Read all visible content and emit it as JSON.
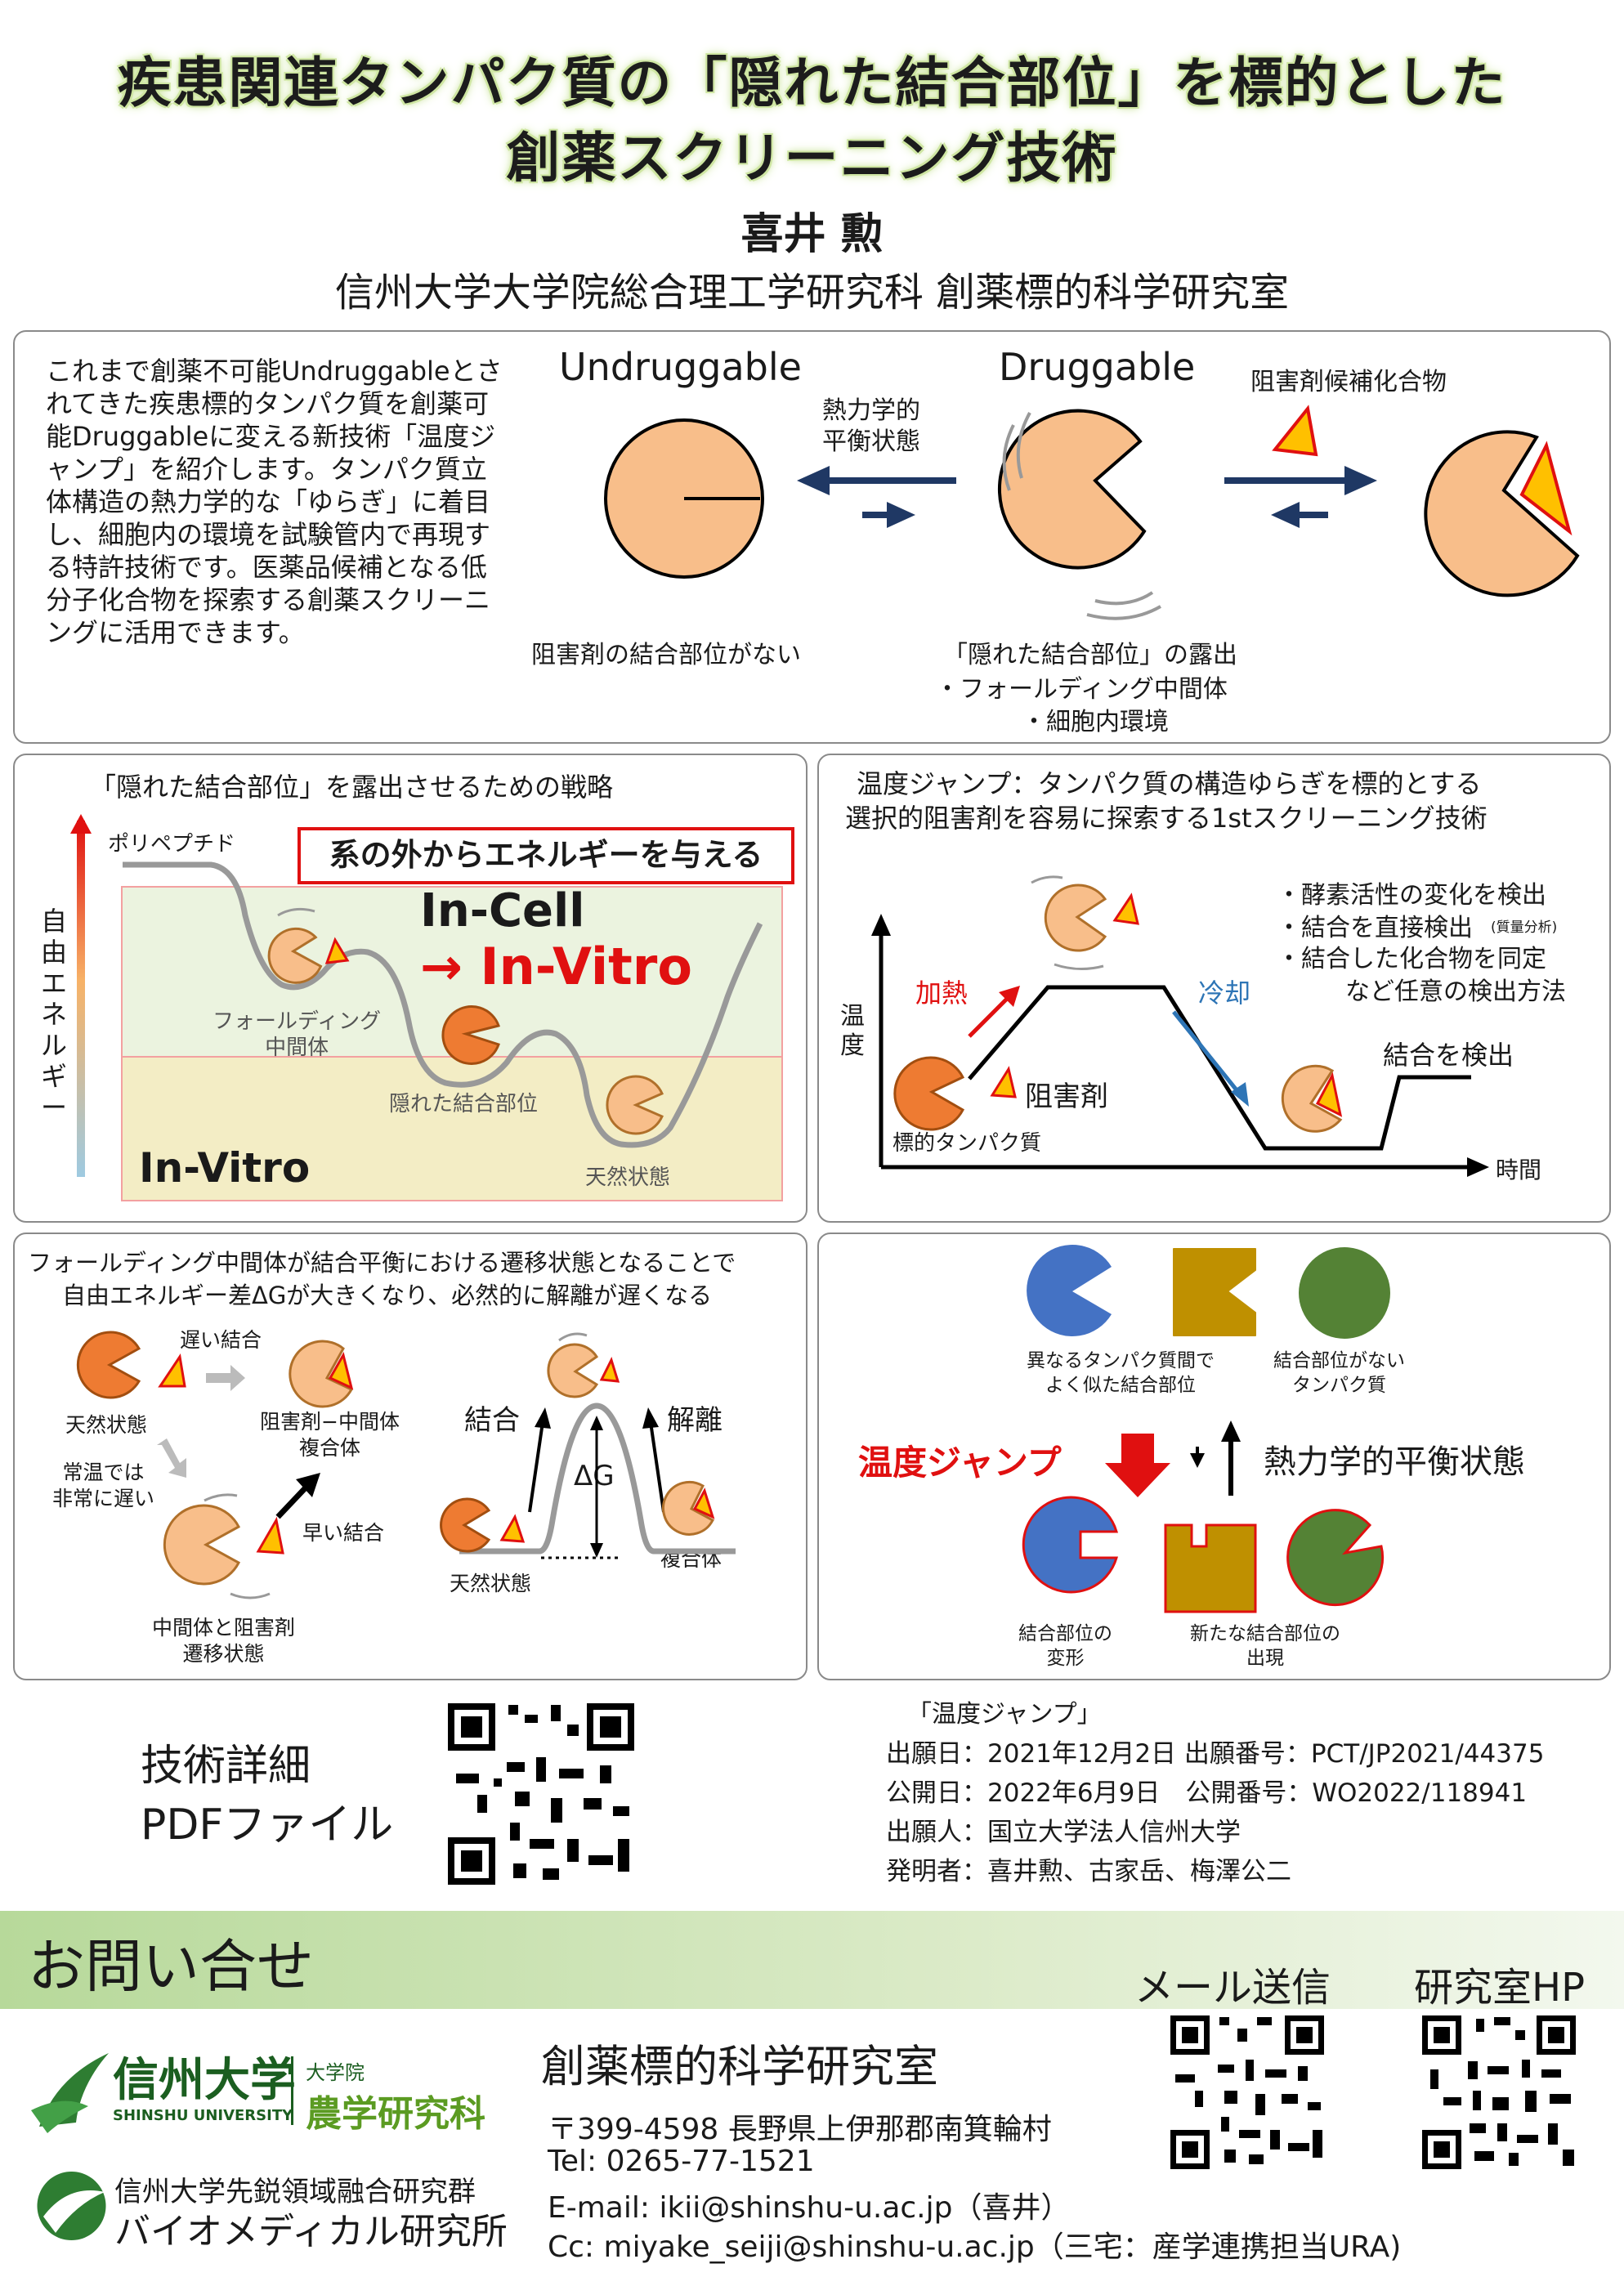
{
  "header": {
    "title_line1": "疾患関連タンパク質の「隠れた結合部位」を標的とした",
    "title_line2": "創薬スクリーニング技術",
    "author": "喜井 勲",
    "affiliation": "信州大学大学院総合理工学研究科 創薬標的科学研究室"
  },
  "panel1": {
    "intro": "これまで創薬不可能Undruggableとされてきた疾患標的タンパク質を創薬可能Druggableに変える新技術「温度ジャンプ」を紹介します。タンパク質立体構造の熱力学的な「ゆらぎ」に着目し、細胞内の環境を試験管内で再現する特許技術です。医薬品候補となる低分子化合物を探索する創薬スクリーニングに活用できます。",
    "undruggable": "Undruggable",
    "druggable": "Druggable",
    "equilibrium": "熱力学的\n平衡状態",
    "candidate": "阻害剤候補化合物",
    "no_site": "阻害剤の結合部位がない",
    "exposure": "「隠れた結合部位」の露出",
    "bullet1": "・フォールディング中間体",
    "bullet2": "・細胞内環境"
  },
  "panel2": {
    "heading": "「隠れた結合部位」を露出させるための戦略",
    "polypeptide": "ポリペプチド",
    "energy_box": "系の外からエネルギーを与える",
    "incell": "In-Cell",
    "invitro_red": "→ In-Vitro",
    "folding_intermediate": "フォールディング\n中間体",
    "hidden_site": "隠れた結合部位",
    "native": "天然状態",
    "invitro": "In-Vitro",
    "yaxis": "自由エネルギー"
  },
  "panel3": {
    "heading_line1": "温度ジャンプ：タンパク質の構造ゆらぎを標的とする",
    "heading_line2": "選択的阻害剤を容易に探索する1stスクリーニング技術",
    "bullets": [
      "・酵素活性の変化を検出",
      "・結合を直接検出",
      "・結合した化合物を同定",
      "など任意の検出方法"
    ],
    "mass": "(質量分析)",
    "heat": "加熱",
    "cool": "冷却",
    "temperature": "温度",
    "inhibitor": "阻害剤",
    "target": "標的タンパク質",
    "detect": "結合を検出",
    "time": "時間"
  },
  "panel4": {
    "heading_line1": "フォールディング中間体が結合平衡における遷移状態となることで",
    "heading_line2": "自由エネルギー差ΔGが大きくなり、必然的に解離が遅くなる",
    "slow": "遅い結合",
    "native": "天然状態",
    "complex": "阻害剤−中間体\n複合体",
    "room_temp": "常温では\n非常に遅い",
    "fast": "早い結合",
    "transition": "中間体と阻害剤\n遷移状態",
    "binding": "結合",
    "dissociation": "解離",
    "dg": "ΔG",
    "native2": "天然状態",
    "complex2": "複合体"
  },
  "panel5": {
    "similar_site": "異なるタンパク質間で\nよく似た結合部位",
    "no_site": "結合部位がない\nタンパク質",
    "tjump": "温度ジャンプ",
    "equilibrium": "熱力学的平衡状態",
    "deform": "結合部位の\n変形",
    "new_site": "新たな結合部位の\n出現"
  },
  "tech": {
    "label_line1": "技術詳細",
    "label_line2": "PDFファイル"
  },
  "patent": {
    "name": "「温度ジャンプ」",
    "line1": "出願日：2021年12月2日 出願番号：PCT/JP2021/44375",
    "line2": "公開日：2022年6月9日　公開番号：WO2022/118941",
    "line3": "出願人：国立大学法人信州大学",
    "line4": "発明者：喜井勲、古家岳、梅澤公二"
  },
  "contact": {
    "heading": "お問い合せ",
    "mail_label": "メール送信",
    "hp_label": "研究室HP",
    "lab": "創薬標的科学研究室",
    "address": "〒399-4598 長野県上伊那郡南箕輪村",
    "tel": "Tel: 0265-77-1521",
    "email": "E-mail: ikii@shinshu-u.ac.jp（喜井）",
    "cc": "Cc: miyake_seiji@shinshu-u.ac.jp（三宅：産学連携担当URA)",
    "univ": "信州大学",
    "univ_en": "SHINSHU UNIVERSITY",
    "grad": "大学院",
    "faculty": "農学研究科",
    "inst1": "信州大学先鋭領域融合研究群",
    "inst2": "バイオメディカル研究所"
  },
  "colors": {
    "protein_peach": "#f8be8a",
    "protein_orange": "#ee7b32",
    "inhibitor_yellow": "#ffc000",
    "red": "#e01010",
    "navy": "#1f3864",
    "blue": "#4472c4",
    "gold": "#bf9000",
    "green": "#548235"
  }
}
